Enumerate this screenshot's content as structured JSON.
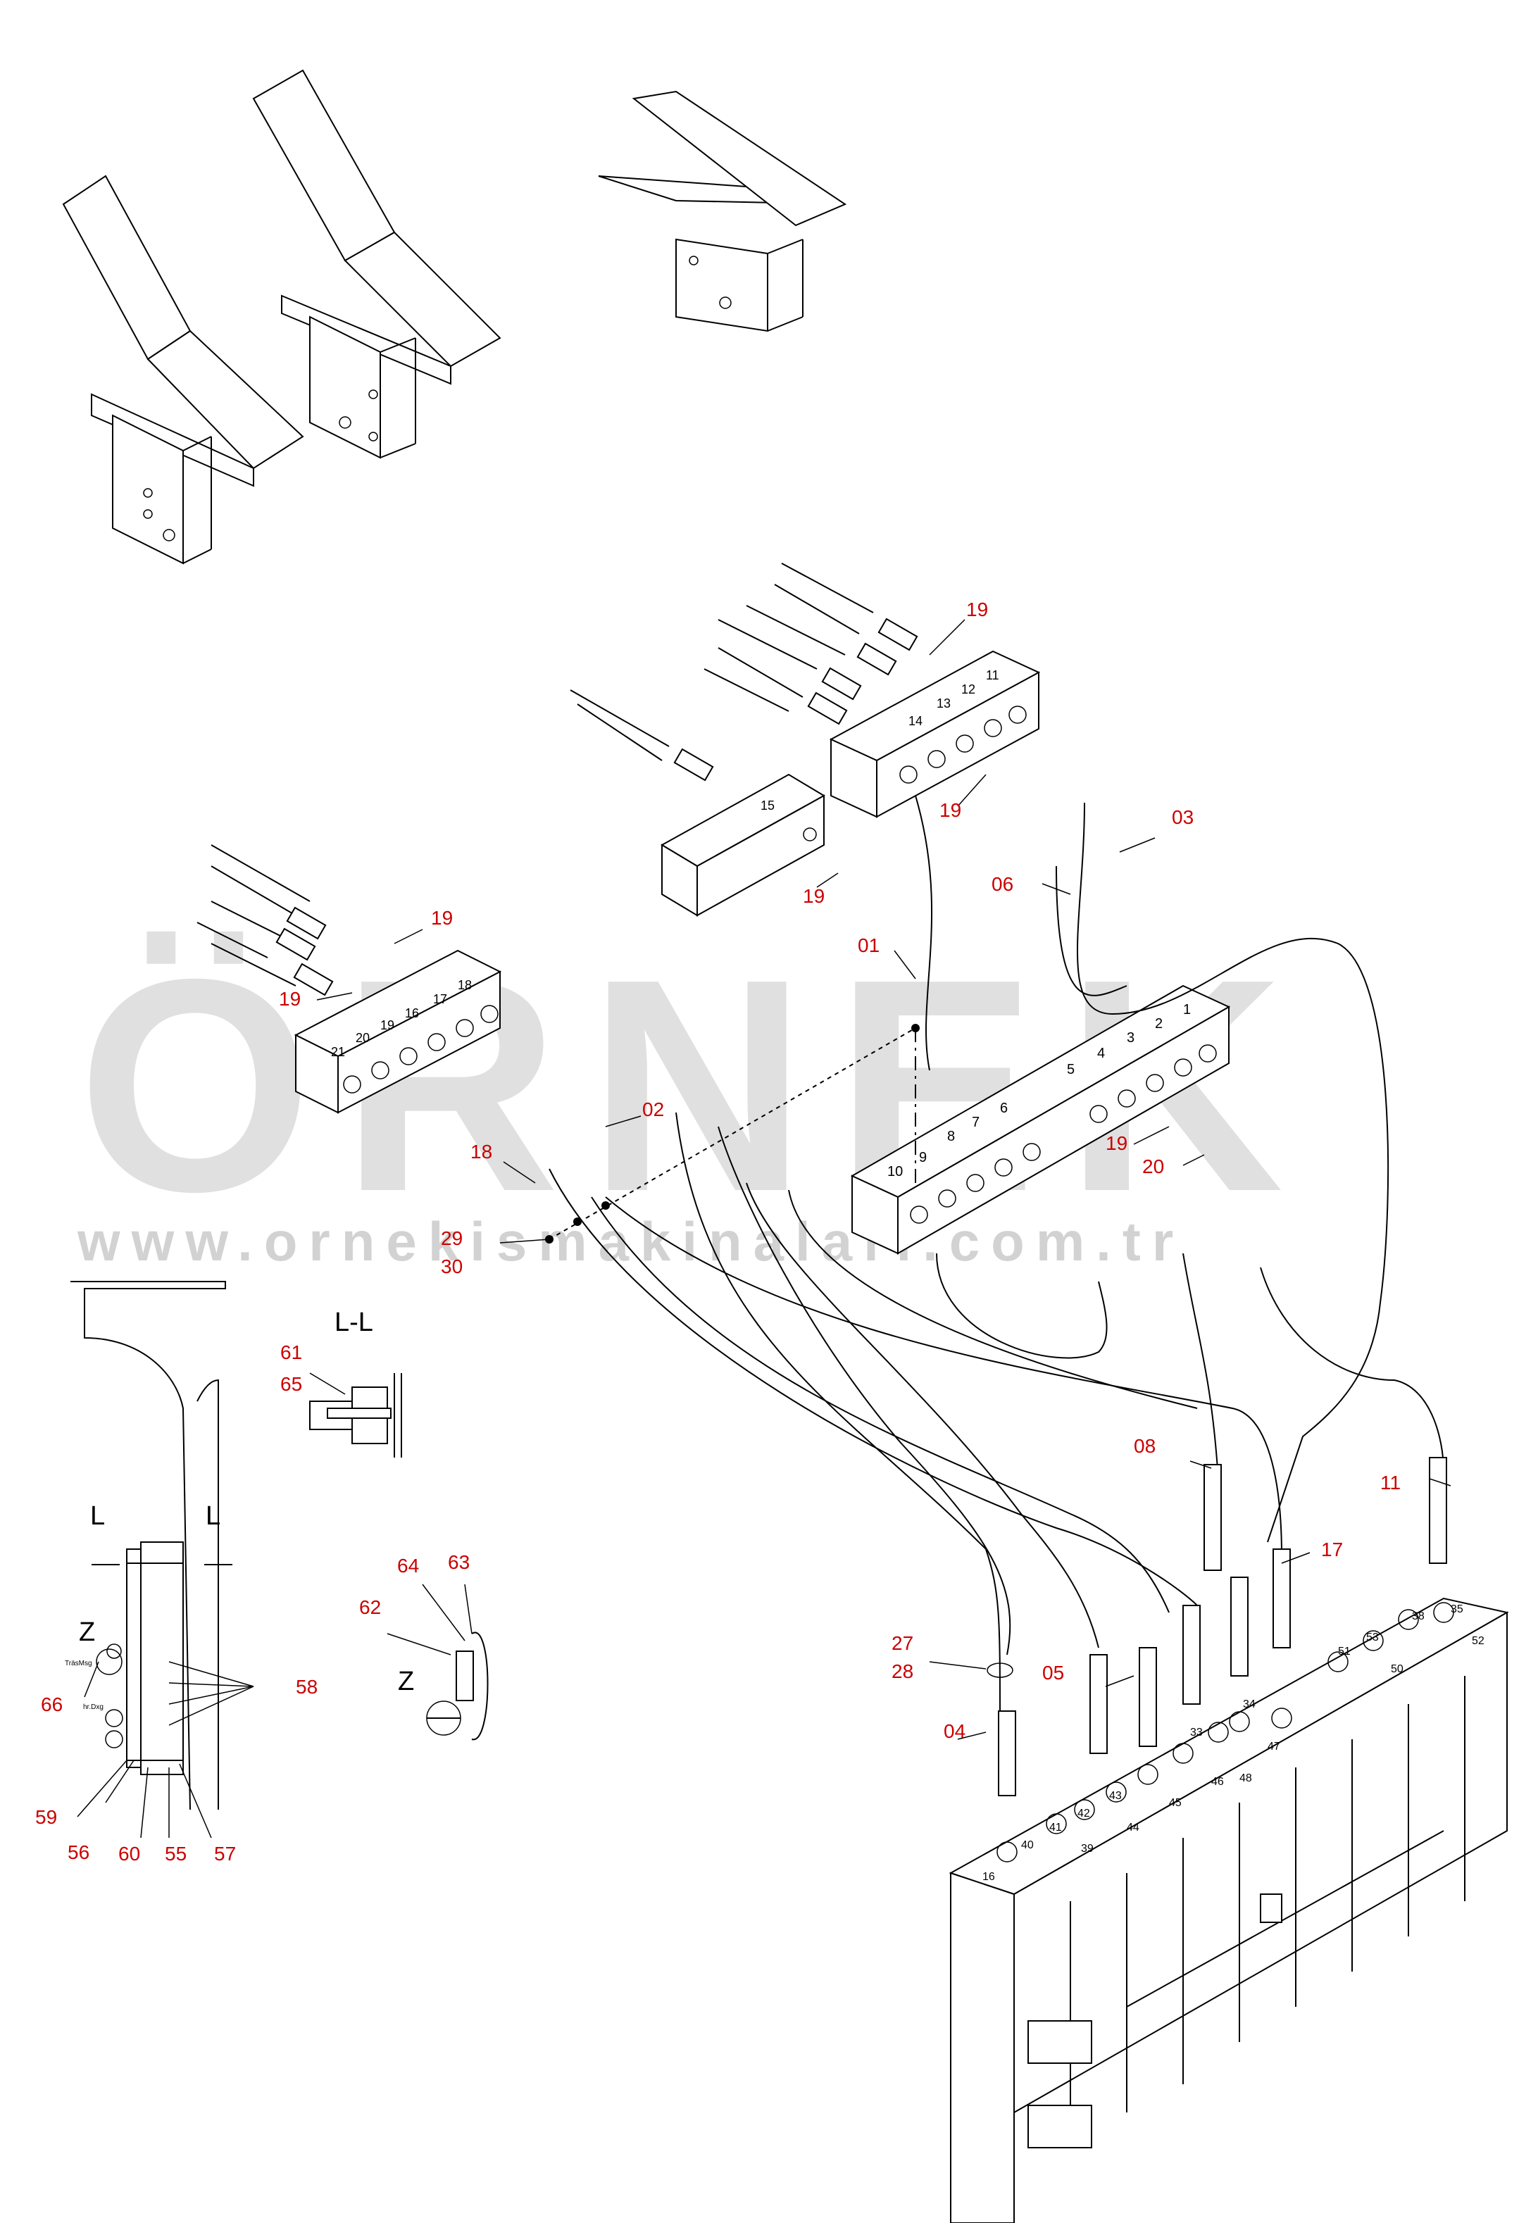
{
  "watermark": {
    "brand": "ÖRNEK",
    "url": "www.ornekismakinalari.com.tr",
    "dot_color": "#f5c518",
    "text_color": "#c8c8c8"
  },
  "callouts": {
    "c01": "01",
    "c02": "02",
    "c03": "03",
    "c04": "04",
    "c05": "05",
    "c06": "06",
    "c08": "08",
    "c11": "11",
    "c17": "17",
    "c18": "18",
    "c19a": "19",
    "c19b": "19",
    "c19c": "19",
    "c19d": "19",
    "c19e": "19",
    "c19f": "19",
    "c20": "20",
    "c27": "27",
    "c28": "28",
    "c29": "29",
    "c30": "30",
    "c55": "55",
    "c56": "56",
    "c57": "57",
    "c58": "58",
    "c59": "59",
    "c60": "60",
    "c61": "61",
    "c62": "62",
    "c63": "63",
    "c64": "64",
    "c65": "65",
    "c66": "66"
  },
  "section_labels": {
    "ll": "L-L",
    "l_left": "L",
    "l_right": "L",
    "z_left": "Z",
    "z_detail": "Z"
  },
  "detail_text": {
    "small_a": "TräsMsg",
    "small_b": "hr.Dxg"
  },
  "block_numbers": {
    "b15": "15",
    "top": [
      "14",
      "13",
      "12",
      "11"
    ],
    "left": [
      "21",
      "20",
      "19",
      "16",
      "17",
      "18"
    ],
    "big_top": [
      "1",
      "2",
      "3",
      "4",
      "5",
      "6",
      "7",
      "8",
      "9",
      "10"
    ]
  },
  "valve_numbers": [
    "16",
    "40",
    "41",
    "42",
    "43",
    "39",
    "44",
    "45",
    "46",
    "47",
    "48",
    "33",
    "34",
    "51",
    "53",
    "50",
    "52",
    "38",
    "35"
  ],
  "colors": {
    "callout": "#cc0000",
    "line": "#000000"
  }
}
